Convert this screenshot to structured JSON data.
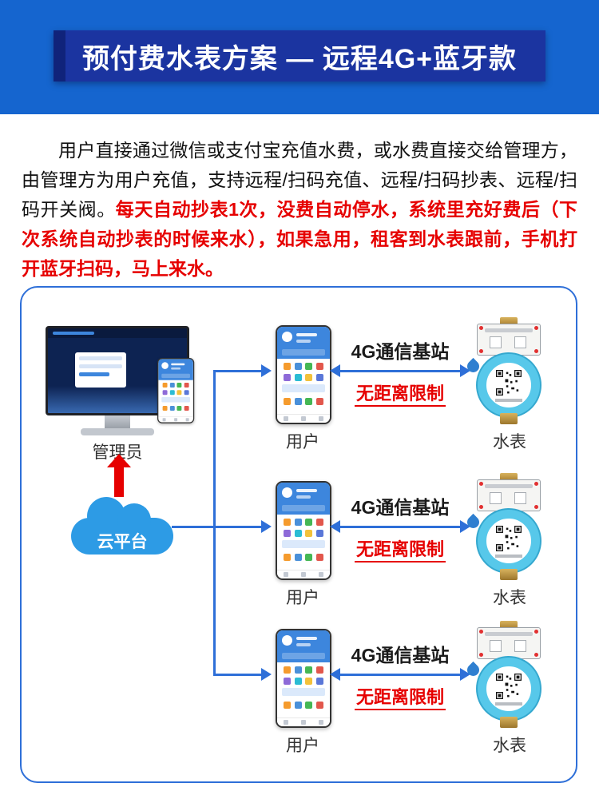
{
  "banner": {
    "title": "预付费水表方案 — 远程4G+蓝牙款"
  },
  "intro": {
    "black_text": "用户直接通过微信或支付宝充值水费，或水费直接交给管理方，由管理方为用户充值，支持远程/扫码充值、远程/扫码抄表、远程/扫码开关阀。",
    "red_text": "每天自动抄表1次，没费自动停水，系统里充好费后（下次系统自动抄表的时候来水），如果急用，租客到水表跟前，手机打开蓝牙扫码，马上来水。"
  },
  "diagram": {
    "admin_label": "管理员",
    "cloud_label": "云平台",
    "rows": [
      {
        "user_label": "用户",
        "station_label": "4G通信基站",
        "limit_label": "无距离限制",
        "meter_label": "水表"
      },
      {
        "user_label": "用户",
        "station_label": "4G通信基站",
        "limit_label": "无距离限制",
        "meter_label": "水表"
      },
      {
        "user_label": "用户",
        "station_label": "4G通信基站",
        "limit_label": "无距离限制",
        "meter_label": "水表"
      }
    ],
    "colors": {
      "top_blue": "#1565cf",
      "banner_blue": "#1b34a0",
      "accent_blue": "#2e6fd8",
      "cloud_blue": "#2d9be5",
      "meter_cyan": "#57c8ea",
      "alert_red": "#e60000"
    }
  }
}
